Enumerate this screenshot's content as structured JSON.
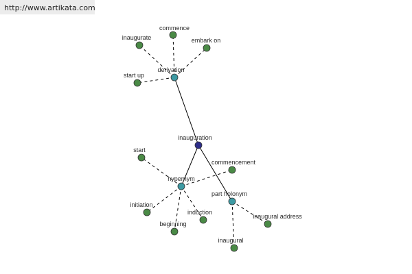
{
  "site": {
    "url": "http://www.artikata.com"
  },
  "graph": {
    "center": "inauguration",
    "colors": {
      "center": "#2e2e8a",
      "relation": "#3d9aa3",
      "leaf": "#4a8a46",
      "edge": "#000000"
    },
    "relations": [
      {
        "label": "derivation",
        "leaves": [
          "inaugurate",
          "commence",
          "embark on",
          "start up"
        ]
      },
      {
        "label": "hypernym",
        "leaves": [
          "start",
          "commencement",
          "initiation",
          "beginning",
          "induction"
        ]
      },
      {
        "label": "part holonym",
        "leaves": [
          "inaugural address",
          "inaugural"
        ]
      }
    ]
  }
}
